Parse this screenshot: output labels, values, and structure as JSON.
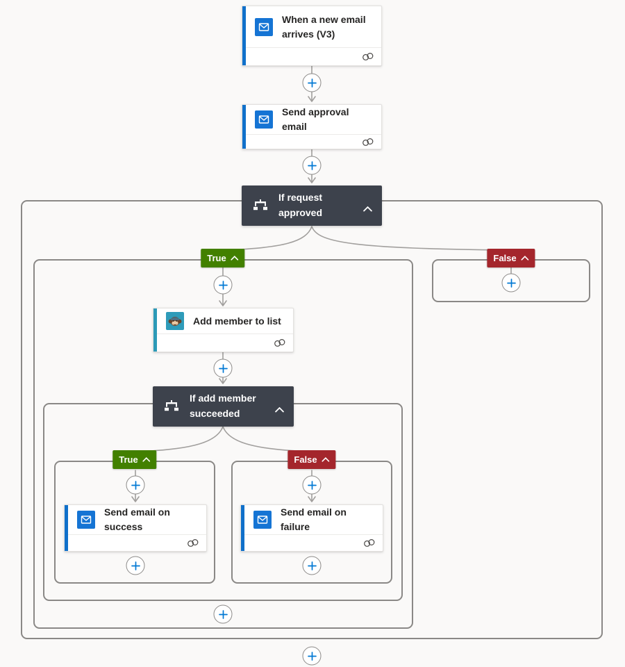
{
  "app": "flow-designer-canvas",
  "nodes": {
    "trigger": {
      "title": "When a new email arrives (V3)",
      "icon": "outlook-mail-icon",
      "accent": "#1070ca",
      "has_connection_badge": true
    },
    "approval": {
      "title": "Send approval email",
      "icon": "outlook-mail-icon",
      "accent": "#1070ca",
      "has_connection_badge": true
    },
    "condition_request": {
      "title": "If request approved",
      "icon": "condition-branch-icon",
      "collapsed": false
    },
    "add_member": {
      "title": "Add member to list",
      "icon": "mailchimp-icon",
      "accent": "#2c9ab7",
      "has_connection_badge": true
    },
    "condition_add": {
      "title": "If add member succeeded",
      "icon": "condition-branch-icon",
      "collapsed": false
    },
    "success": {
      "title": "Send email on success",
      "icon": "outlook-mail-icon",
      "accent": "#1070ca",
      "has_connection_badge": true
    },
    "failure": {
      "title": "Send email on failure",
      "icon": "outlook-mail-icon",
      "accent": "#1070ca",
      "has_connection_badge": true
    }
  },
  "branches": {
    "true_label": "True",
    "false_label": "False"
  },
  "icons": {
    "insert_step": "plus-icon",
    "collapse": "chevron-up-icon",
    "connection": "connection-link-icon"
  },
  "colors": {
    "canvas_bg": "#faf9f8",
    "card_bg": "#ffffff",
    "accent_blue": "#1070ca",
    "accent_teal": "#2c9ab7",
    "condition_bg": "#3d424c",
    "true_badge": "#428000",
    "false_badge": "#a4262c",
    "wire": "#a19f9d",
    "container_border": "#8a8886",
    "plus": "#0078d4"
  }
}
